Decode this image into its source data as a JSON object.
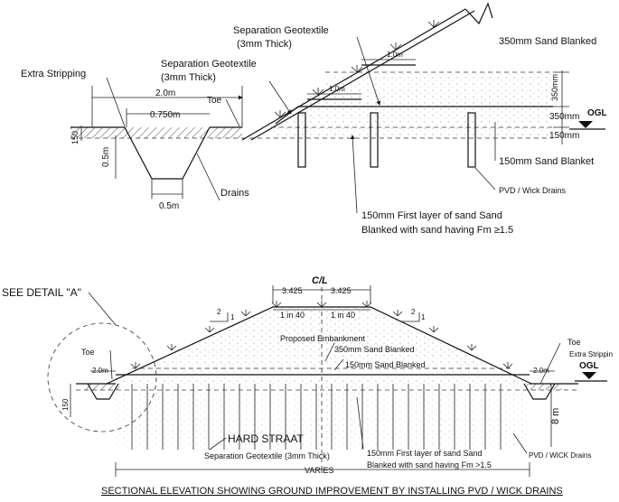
{
  "detail": {
    "sep_geo_a": [
      "Separation Geotextile",
      "(3mm Thick)"
    ],
    "sep_geo_b": [
      "Separation Geotextile",
      "(3mm Thick)"
    ],
    "extra_stripping": "Extra Stripping",
    "dim_2m": "2.0m",
    "dim_0750": "0.750m",
    "toe": "Toe",
    "drains": "Drains",
    "dim_05_bottom": "0.5m",
    "dim_05_side": "0.5m",
    "dim_150": "150",
    "dim_1m_a": "1.0m",
    "dim_1m_b": "1.0m",
    "sand_350_label": "350mm Sand Blanked",
    "dim_350_a": "350mm",
    "dim_350_b": "350mm",
    "dim_150mm": "150mm",
    "ogl": "OGL",
    "sand_150_label": "150mm Sand Blanket",
    "pvd": "PVD / Wick Drains",
    "first_layer": [
      "150mm First layer of sand Sand",
      "Blanked with sand having Fm ≥1.5"
    ]
  },
  "section": {
    "see_detail": "SEE DETAIL \"A\"",
    "cl": "C/L",
    "dim_left": "3.425",
    "dim_right": "3.425",
    "slope_left": "1 in 40",
    "slope_right": "1 in 40",
    "ratio_2_left": "2",
    "ratio_1_left": "1",
    "ratio_2_right": "2",
    "ratio_1_right": "1",
    "proposed": "Proposed Embankment",
    "sand_350": "350mm Sand Blanked",
    "sand_150": "150mm Sand Blanked",
    "toe_left": "Toe",
    "toe_right": "Toe",
    "extra_stripping": "Extra Strippin",
    "dim_2m_left": "2.0m",
    "dim_2m_right": "2.0m",
    "ogl": "OGL",
    "dim_150": "150",
    "dim_8m": "8 m",
    "hard_strata": "HARD STRAAT",
    "sep_geo": "Separation Geotextile (3mm Thick)",
    "first_layer": [
      "150mm First layer of sand Sand",
      "Blanked with sand having Fm >1.5"
    ],
    "pvd": "PVD / WICK Drains",
    "varies": "VARIES"
  },
  "title": "SECTIONAL ELEVATION SHOWING GROUND IMPROVEMENT BY INSTALLING PVD / WICK DRAINS"
}
